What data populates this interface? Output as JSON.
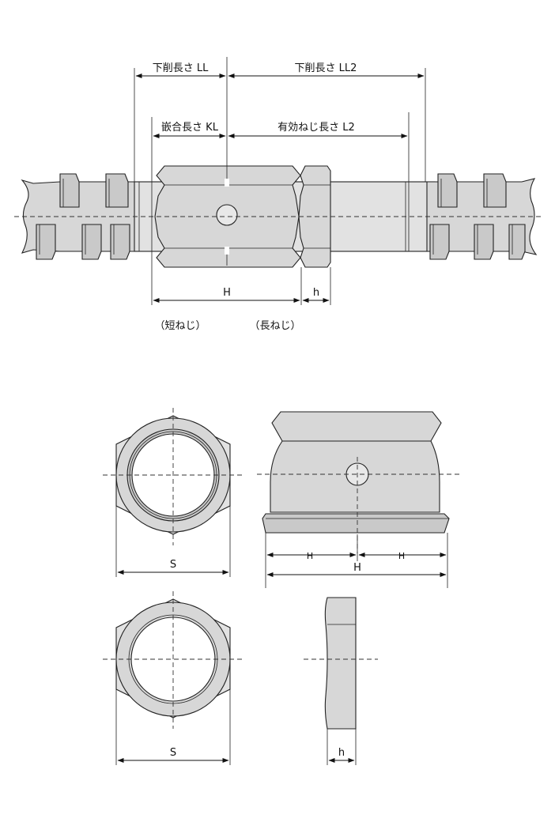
{
  "top_view": {
    "ll_label": "下削長さ LL",
    "ll2_label": "下削長さ LL2",
    "kl_label": "嵌合長さ KL",
    "l2_label": "有効ねじ長さ L2",
    "h_label": "H",
    "h_small_label": "h",
    "short_label": "（短ねじ）",
    "long_label": "（長ねじ）"
  },
  "long_nut": {
    "s_label": "S",
    "half_h_left": "H",
    "half_h_right": "H",
    "h_label": "H"
  },
  "short_nut": {
    "s_label": "S",
    "h_label": "h"
  }
}
